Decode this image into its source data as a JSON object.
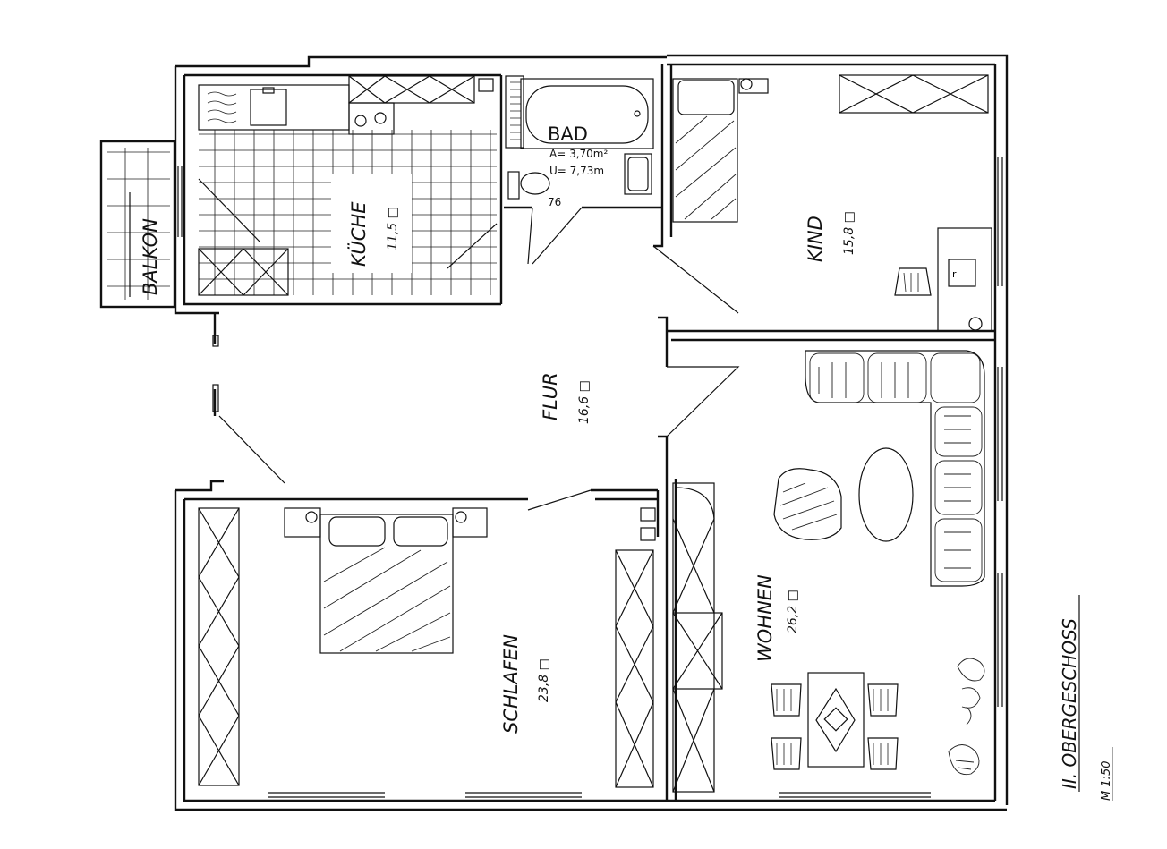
{
  "floor": {
    "title": "II. OBERGESCHOSS",
    "scale": "M 1:50"
  },
  "rooms": {
    "balkon": {
      "name": "BALKON"
    },
    "kueche": {
      "name": "KÜCHE",
      "area": "11,5 □"
    },
    "bad": {
      "name": "BAD",
      "area_line": "A=  3,70m²",
      "perimeter_line": "U=  7,73m",
      "door": "76"
    },
    "kind": {
      "name": "KIND",
      "area": "15,8 □"
    },
    "flur": {
      "name": "FLUR",
      "area": "16,6 □"
    },
    "wohnen": {
      "name": "WOHNEN",
      "area": "26,2 □"
    },
    "schlafen": {
      "name": "SCHLAFEN",
      "area": "23,8 □"
    }
  },
  "colors": {
    "line": "#111111",
    "background": "#ffffff"
  }
}
